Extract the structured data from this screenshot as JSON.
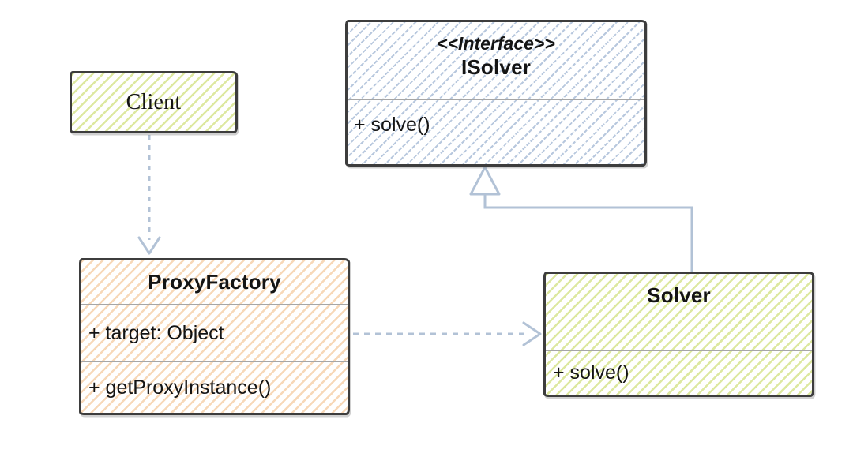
{
  "colors": {
    "connector": "#b2c2d6",
    "border": "#3d3d3d",
    "divider": "#a6a6a6",
    "text": "#141414",
    "hatch-green": "#dde8a0",
    "hatch-blue": "#b8c8de",
    "hatch-orange": "#f7d8b8"
  },
  "classes": {
    "client": {
      "name": "Client"
    },
    "isolver": {
      "stereotype": "<<Interface>>",
      "name": "ISolver",
      "methods": [
        "+ solve()"
      ]
    },
    "proxy_factory": {
      "name": "ProxyFactory",
      "attributes": [
        "+ target: Object"
      ],
      "methods": [
        "+ getProxyInstance()"
      ]
    },
    "solver": {
      "name": "Solver",
      "methods": [
        "+ solve()"
      ]
    }
  },
  "relationships": [
    {
      "from": "Client",
      "to": "ProxyFactory",
      "type": "dependency",
      "style": "dashed-open-arrow"
    },
    {
      "from": "ProxyFactory",
      "to": "Solver",
      "type": "dependency",
      "style": "dashed-open-arrow"
    },
    {
      "from": "Solver",
      "to": "ISolver",
      "type": "realization",
      "style": "solid-hollow-triangle"
    }
  ]
}
